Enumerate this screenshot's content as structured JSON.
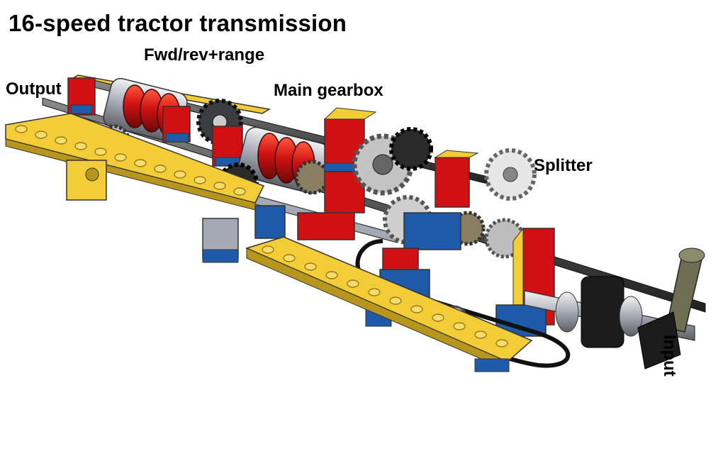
{
  "title": "16-speed tractor transmission",
  "labels": {
    "fwd_rev_range": "Fwd/rev+range",
    "output": "Output",
    "main_gearbox": "Main gearbox",
    "splitter": "Splitter",
    "input": "Input"
  },
  "colors": {
    "yellow": "#f2cd37",
    "red": "#d01012",
    "blue": "#1e5aa8",
    "light_gray": "#a5a9b4",
    "dark_gray": "#595d60",
    "black": "#1b1b1b",
    "white": "#f4f4f4",
    "tan": "#8a7e62"
  }
}
